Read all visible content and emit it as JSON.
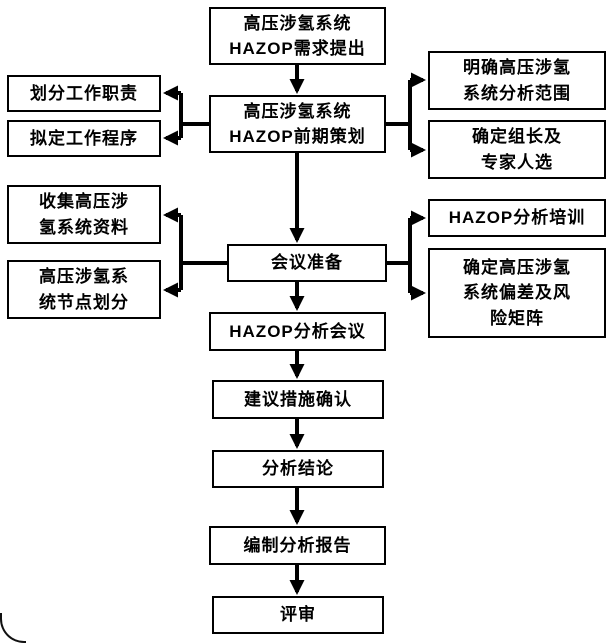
{
  "diagram": {
    "type": "flowchart",
    "language": "zh-CN",
    "topic": "高压涉氢系统HAZOP分析工作流程"
  },
  "nodes": {
    "c1": "高压涉氢系统\nHAZOP需求提出",
    "c2": "高压涉氢系统\nHAZOP前期策划",
    "c3": "会议准备",
    "c4": "HAZOP分析会议",
    "c5": "建议措施确认",
    "c6": "分析结论",
    "c7": "编制分析报告",
    "c8": "评审",
    "l1": "划分工作职责",
    "l2": "拟定工作程序",
    "l3": "收集高压涉\n氢系统资料",
    "l4": "高压涉氢系\n统节点划分",
    "r1": "明确高压涉氢\n系统分析范围",
    "r2": "确定组长及\n专家人选",
    "r3": "HAZOP分析培训",
    "r4": "确定高压涉氢\n系统偏差及风\n险矩阵"
  },
  "edges": [
    "c1->c2",
    "c2->c3",
    "c3->c4",
    "c4->c5",
    "c5->c6",
    "c6->c7",
    "c7->c8",
    "c2->l1",
    "c2->l2",
    "c2->r1",
    "c2->r2",
    "c3->l3",
    "c3->l4",
    "c3->r3",
    "c3->r4"
  ],
  "colors": {
    "background": "#ffffff",
    "box_border": "#000000",
    "box_fill": "#ffffff",
    "text": "#000000",
    "connector": "#000000"
  }
}
